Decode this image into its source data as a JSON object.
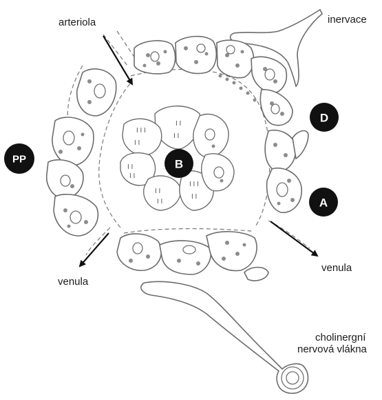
{
  "labels": {
    "arteriola": "arteriola",
    "inervace": "inervace",
    "venula_left": "venula",
    "venula_right": "venula",
    "cholinergic_line1": "cholinergní",
    "cholinergic_line2": "nervová vlákna"
  },
  "badges": {
    "B": "B",
    "D": "D",
    "A": "A",
    "PP": "PP"
  }
}
